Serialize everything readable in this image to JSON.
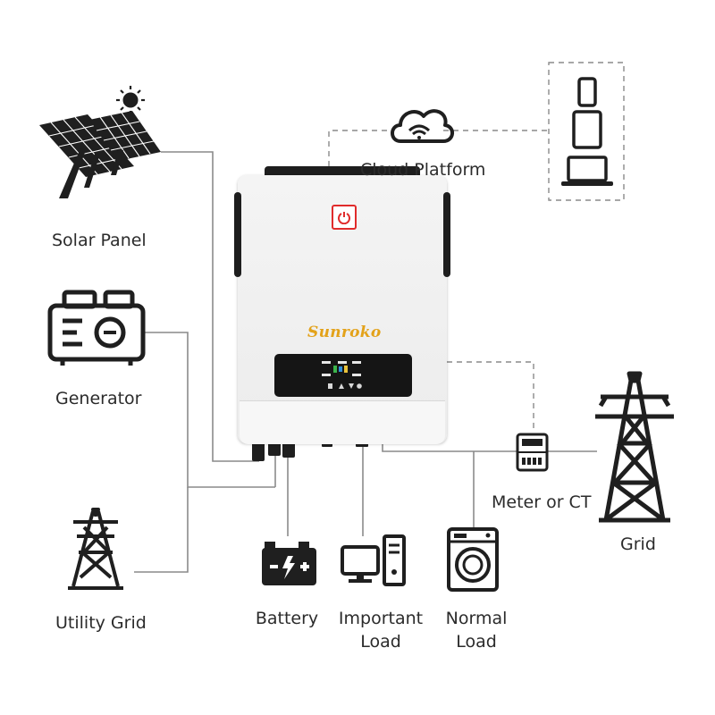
{
  "brand": "Sunroko",
  "labels": {
    "solar_panel": "Solar Panel",
    "generator": "Generator",
    "utility_grid": "Utility Grid",
    "battery": "Battery",
    "important_load": [
      "Important",
      "Load"
    ],
    "normal_load": [
      "Normal",
      "Load"
    ],
    "meter": "Meter or CT",
    "grid": "Grid",
    "cloud": "Cloud Platform"
  },
  "icons": [
    "sun-icon",
    "solar-panel-icon",
    "generator-icon",
    "utility-tower-icon",
    "battery-icon",
    "desktop-computer-icon",
    "washing-machine-icon",
    "meter-icon",
    "grid-tower-icon",
    "cloud-wifi-icon",
    "phone-icon",
    "tablet-icon",
    "laptop-icon",
    "power-button-icon"
  ],
  "colors": {
    "line": "#8a8a8a",
    "icon": "#1f1f1f",
    "accent_red": "#e02b2b",
    "brand_gold": "#e3a21a"
  }
}
